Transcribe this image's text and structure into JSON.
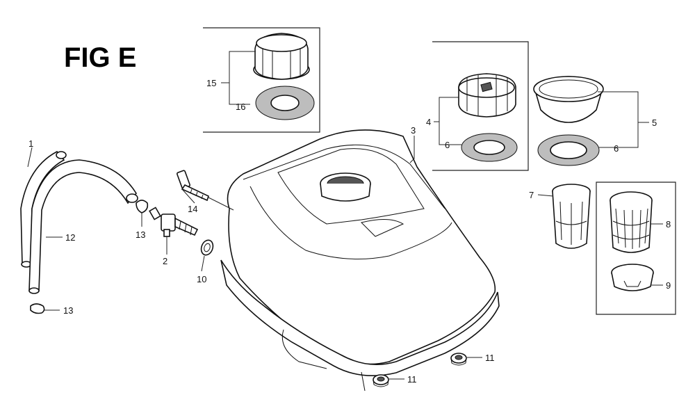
{
  "figure": {
    "title": "FIG E"
  },
  "callouts": [
    {
      "id": "c15",
      "label": "15"
    },
    {
      "id": "c16",
      "label": "16"
    },
    {
      "id": "c3",
      "label": "3"
    },
    {
      "id": "c4",
      "label": "4"
    },
    {
      "id": "c6a",
      "label": "6"
    },
    {
      "id": "c5",
      "label": "5"
    },
    {
      "id": "c6b",
      "label": "6"
    },
    {
      "id": "c1",
      "label": "1"
    },
    {
      "id": "c12",
      "label": "12"
    },
    {
      "id": "c13a",
      "label": "13"
    },
    {
      "id": "c13b",
      "label": "13"
    },
    {
      "id": "c14",
      "label": "14"
    },
    {
      "id": "c2",
      "label": "2"
    },
    {
      "id": "c10",
      "label": "10"
    },
    {
      "id": "c7",
      "label": "7"
    },
    {
      "id": "c8",
      "label": "8"
    },
    {
      "id": "c9",
      "label": "9"
    },
    {
      "id": "c11a",
      "label": "11"
    },
    {
      "id": "c11b",
      "label": "11"
    }
  ]
}
